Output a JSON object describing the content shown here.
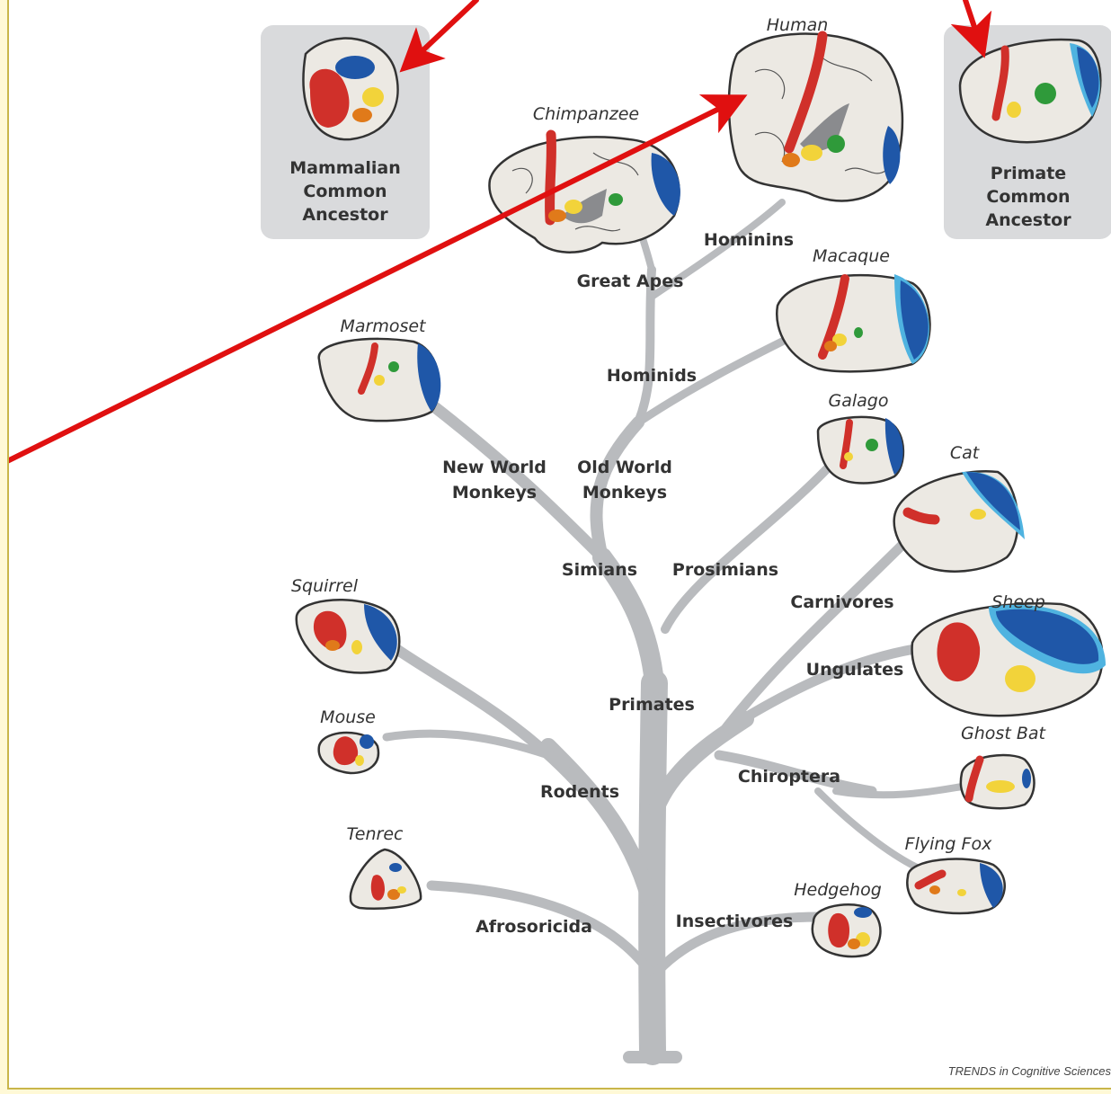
{
  "ancestors": {
    "mammalian": [
      "Mammalian",
      "Common",
      "Ancestor"
    ],
    "primate": [
      "Primate",
      "Common",
      "Ancestor"
    ]
  },
  "species": {
    "human": "Human",
    "chimpanzee": "Chimpanzee",
    "macaque": "Macaque",
    "marmoset": "Marmoset",
    "galago": "Galago",
    "cat": "Cat",
    "squirrel": "Squirrel",
    "sheep": "Sheep",
    "mouse": "Mouse",
    "ghost_bat": "Ghost Bat",
    "tenrec": "Tenrec",
    "flying_fox": "Flying Fox",
    "hedgehog": "Hedgehog"
  },
  "groups": {
    "hominins": "Hominins",
    "great_apes": "Great Apes",
    "hominids": "Hominids",
    "new_world": [
      "New World",
      "Monkeys"
    ],
    "old_world": [
      "Old World",
      "Monkeys"
    ],
    "simians": "Simians",
    "prosimians": "Prosimians",
    "carnivores": "Carnivores",
    "ungulates": "Ungulates",
    "primates": "Primates",
    "chiroptera": "Chiroptera",
    "rodents": "Rodents",
    "insectivores": "Insectivores",
    "afrosoricida": "Afrosoricida"
  },
  "credit": "TRENDS in Cognitive Sciences",
  "colors": {
    "background": "#fff9d6",
    "branch": "#b9bbbe",
    "ancestor_box": "#d9dadc",
    "brain": "#ece9e3",
    "motor_red": "#d0302a",
    "somatosensory_orange": "#e07a1a",
    "auditory_yellow": "#f2d33a",
    "visual_blue": "#1f57a8",
    "visual_light_blue": "#4fb3e0",
    "other_green": "#2f9a3a",
    "arrow": "#e01010"
  }
}
